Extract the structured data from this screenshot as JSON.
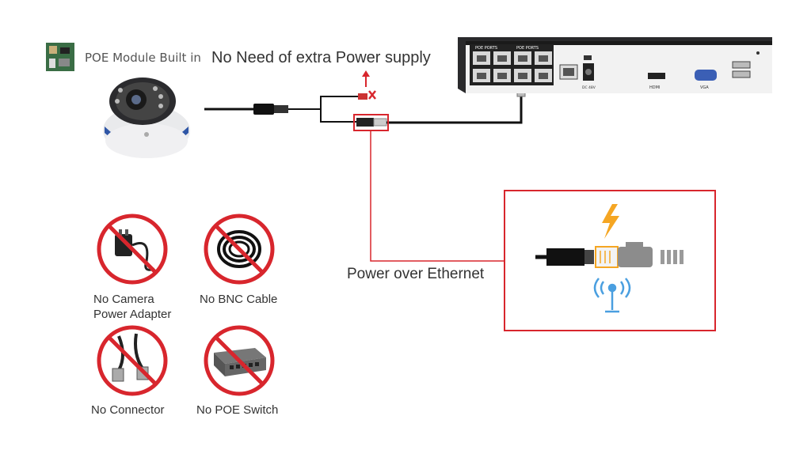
{
  "header": {
    "module_text": "POE Module Built in",
    "supply_text": "No Need of extra Power supply"
  },
  "poe_callout": {
    "label": "Power over Ethernet"
  },
  "nvr": {
    "port_group_1": "POE PORTS",
    "port_group_2": "POE PORTS",
    "hdmi_label": "HDMI",
    "vga_label": "VGA",
    "dc_label": "DC 48V"
  },
  "prohibited": [
    {
      "label_line1": "No Camera",
      "label_line2": "Power Adapter",
      "icon": "power-adapter-icon"
    },
    {
      "label_line1": "No BNC Cable",
      "label_line2": "",
      "icon": "bnc-cable-icon"
    },
    {
      "label_line1": "No Connector",
      "label_line2": "",
      "icon": "bnc-connector-icon"
    },
    {
      "label_line1": "No POE Switch",
      "label_line2": "",
      "icon": "poe-switch-icon"
    }
  ],
  "colors": {
    "red": "#d8262d",
    "bolt": "#f5a623",
    "wifi": "#4a9fe0",
    "cable": "#111111"
  }
}
